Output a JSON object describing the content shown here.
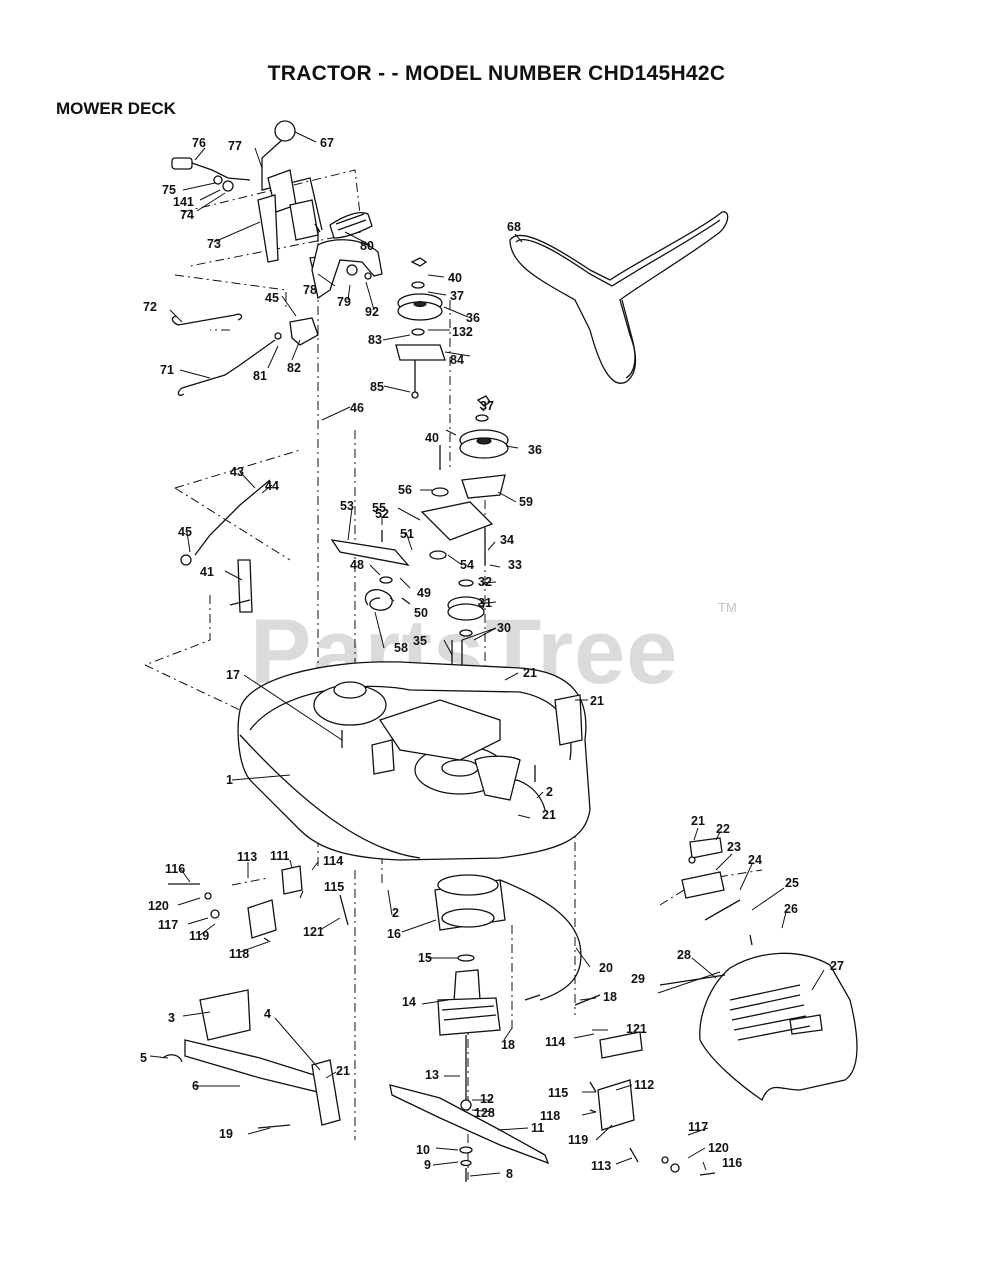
{
  "title": "TRACTOR - - MODEL NUMBER CHD145H42C",
  "section": "MOWER DECK",
  "watermark": "PartsTree",
  "trademark": "TM",
  "callouts": [
    "76",
    "67",
    "77",
    "75",
    "141",
    "74",
    "80",
    "73",
    "78",
    "79",
    "92",
    "68",
    "40",
    "37",
    "36",
    "83",
    "132",
    "84",
    "85",
    "72",
    "45",
    "71",
    "81",
    "82",
    "46",
    "37",
    "40",
    "36",
    "43",
    "44",
    "56",
    "59",
    "55",
    "53",
    "52",
    "51",
    "34",
    "45",
    "48",
    "54",
    "33",
    "41",
    "49",
    "32",
    "50",
    "31",
    "58",
    "35",
    "30",
    "21",
    "17",
    "21",
    "1",
    "2",
    "21",
    "21",
    "22",
    "23",
    "24",
    "116",
    "113",
    "111",
    "114",
    "25",
    "120",
    "115",
    "2",
    "26",
    "117",
    "119",
    "121",
    "16",
    "118",
    "15",
    "20",
    "28",
    "27",
    "29",
    "14",
    "18",
    "3",
    "4",
    "121",
    "18",
    "114",
    "5",
    "21",
    "13",
    "112",
    "6",
    "115",
    "12",
    "128",
    "118",
    "11",
    "19",
    "119",
    "117",
    "10",
    "120",
    "9",
    "113",
    "116",
    "8"
  ]
}
